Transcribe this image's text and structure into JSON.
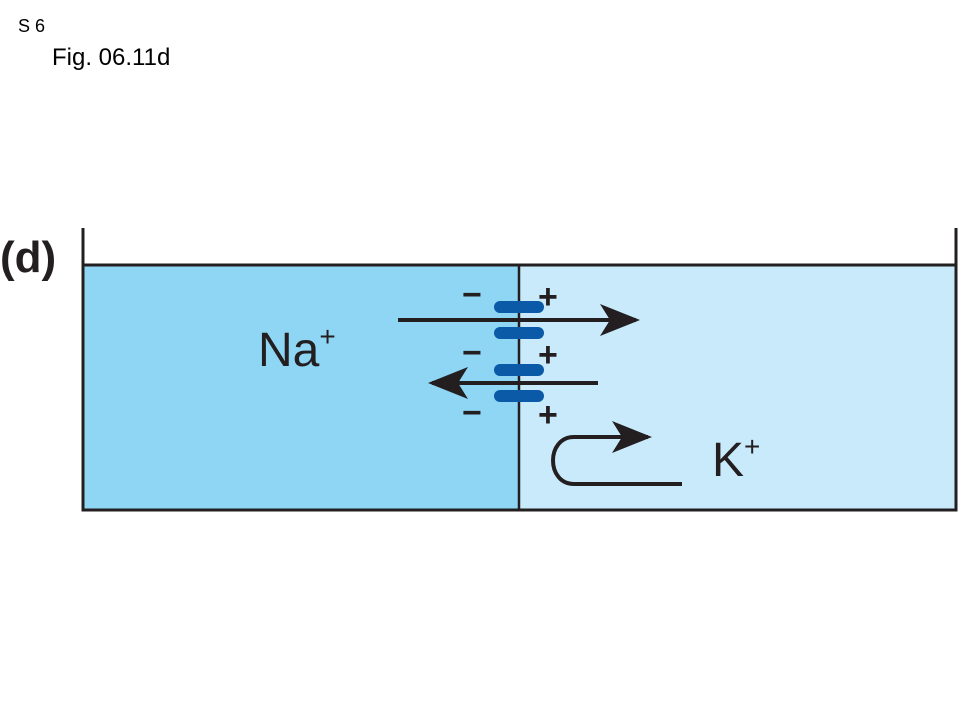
{
  "slide": {
    "number": "S 6"
  },
  "figure": {
    "label": "Fig. 06.11d",
    "panel": "(d)"
  },
  "ions": {
    "left": {
      "symbol": "Na",
      "charge": "+"
    },
    "right": {
      "symbol": "K",
      "charge": "+"
    }
  },
  "membrane": {
    "left_signs": [
      "−",
      "−",
      "−"
    ],
    "right_signs": [
      "+",
      "+",
      "+"
    ]
  },
  "colors": {
    "left_compartment": "#8fd6f5",
    "right_compartment": "#c9eafb",
    "channel": "#0a5aa8",
    "ink": "#231f20"
  }
}
